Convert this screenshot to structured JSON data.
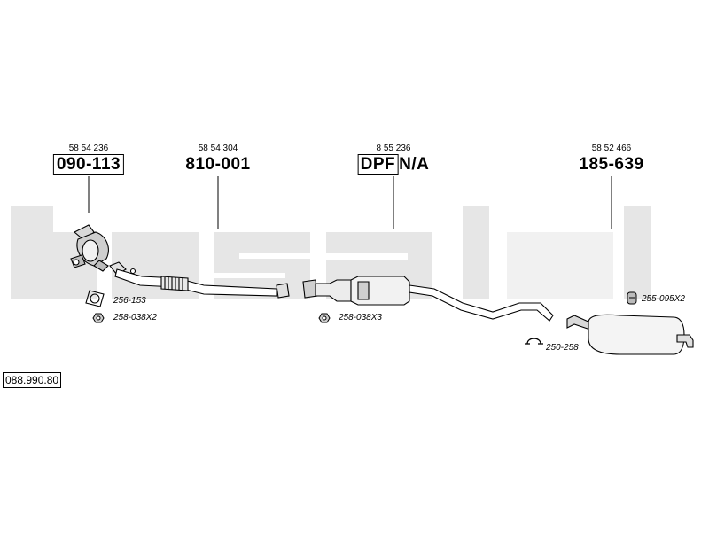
{
  "catalog_number": "088.990.80",
  "watermark": "bosal",
  "colors": {
    "watermark": "#e6e6e6",
    "line": "#000000",
    "part_fill": "#ffffff",
    "shade": "#bdbdbd"
  },
  "parts": [
    {
      "ref": "58 54 236",
      "number": "090-113",
      "boxed": true,
      "component": "catalytic-converter"
    },
    {
      "ref": "58 54 304",
      "number": "810-001",
      "boxed": false,
      "component": "front-pipe"
    },
    {
      "ref": "8 55 236",
      "tag": "DPF",
      "number": "N/A",
      "boxed": false,
      "component": "particulate-filter"
    },
    {
      "ref": "58 52 466",
      "number": "185-639",
      "boxed": false,
      "component": "rear-silencer"
    }
  ],
  "accessories": [
    {
      "code": "256-153",
      "icon": "gasket-icon"
    },
    {
      "code": "258-038X2",
      "icon": "nut-icon"
    },
    {
      "code": "258-038X3",
      "icon": "nut-icon"
    },
    {
      "code": "255-095X2",
      "icon": "rubber-mount-icon"
    },
    {
      "code": "250-258",
      "icon": "clamp-icon"
    }
  ]
}
